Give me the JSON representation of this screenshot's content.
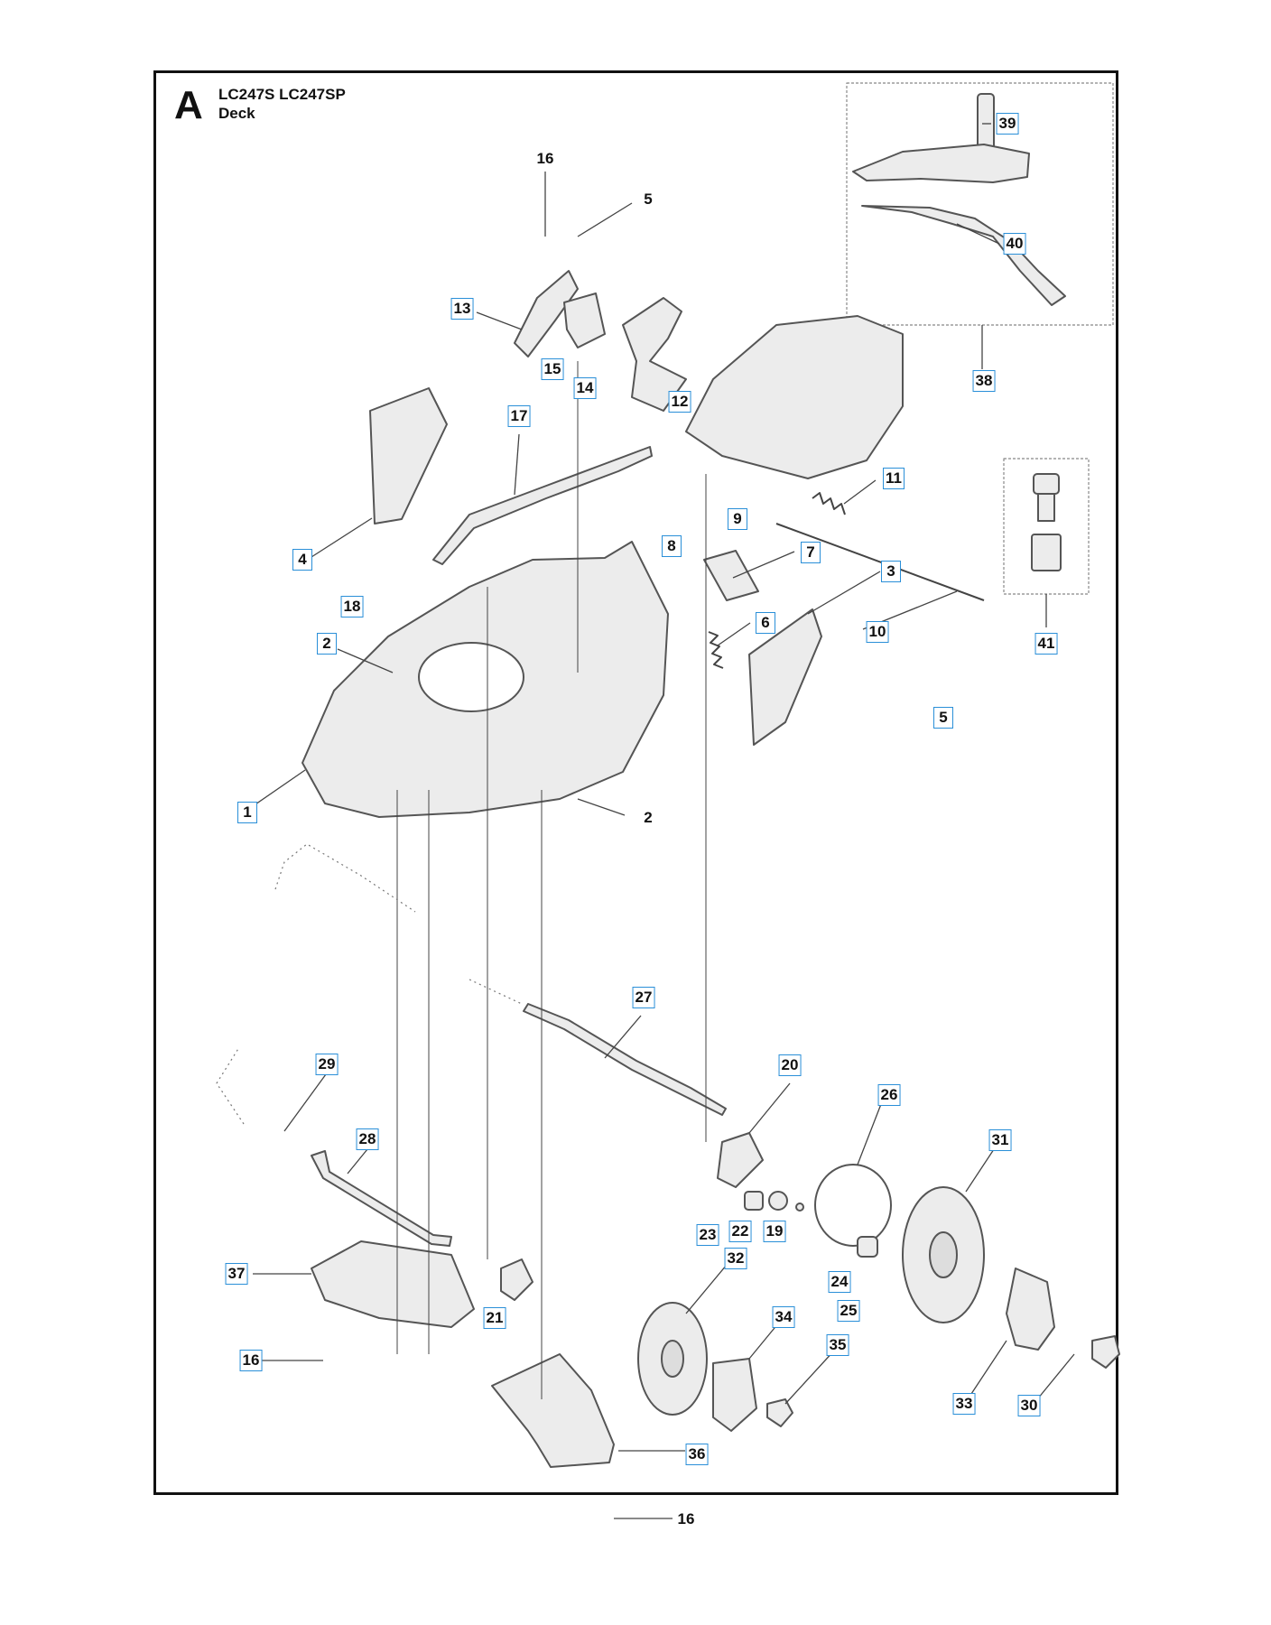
{
  "header": {
    "section_letter": "A",
    "model": "LC247S LC247SP",
    "subtitle": "Deck"
  },
  "callouts": [
    {
      "id": "c16a",
      "text": "16",
      "boxed": false
    },
    {
      "id": "c5a",
      "text": "5",
      "boxed": false
    },
    {
      "id": "c13",
      "text": "13",
      "boxed": true
    },
    {
      "id": "c15",
      "text": "15",
      "boxed": true
    },
    {
      "id": "c14",
      "text": "14",
      "boxed": true
    },
    {
      "id": "c12",
      "text": "12",
      "boxed": true
    },
    {
      "id": "c17",
      "text": "17",
      "boxed": true
    },
    {
      "id": "c11",
      "text": "11",
      "boxed": true
    },
    {
      "id": "c9",
      "text": "9",
      "boxed": true
    },
    {
      "id": "c4",
      "text": "4",
      "boxed": true
    },
    {
      "id": "c8",
      "text": "8",
      "boxed": true
    },
    {
      "id": "c7",
      "text": "7",
      "boxed": true
    },
    {
      "id": "c3",
      "text": "3",
      "boxed": true
    },
    {
      "id": "c18",
      "text": "18",
      "boxed": true
    },
    {
      "id": "c6",
      "text": "6",
      "boxed": true
    },
    {
      "id": "c10",
      "text": "10",
      "boxed": true
    },
    {
      "id": "c2a",
      "text": "2",
      "boxed": true
    },
    {
      "id": "c5b",
      "text": "5",
      "boxed": true
    },
    {
      "id": "c1",
      "text": "1",
      "boxed": true
    },
    {
      "id": "c2b",
      "text": "2",
      "boxed": false
    },
    {
      "id": "c39",
      "text": "39",
      "boxed": true
    },
    {
      "id": "c40",
      "text": "40",
      "boxed": true
    },
    {
      "id": "c38",
      "text": "38",
      "boxed": true
    },
    {
      "id": "c41",
      "text": "41",
      "boxed": true
    },
    {
      "id": "c27",
      "text": "27",
      "boxed": true
    },
    {
      "id": "c29",
      "text": "29",
      "boxed": true
    },
    {
      "id": "c20",
      "text": "20",
      "boxed": true
    },
    {
      "id": "c26",
      "text": "26",
      "boxed": true
    },
    {
      "id": "c28",
      "text": "28",
      "boxed": true
    },
    {
      "id": "c31",
      "text": "31",
      "boxed": true
    },
    {
      "id": "c23",
      "text": "23",
      "boxed": true
    },
    {
      "id": "c22",
      "text": "22",
      "boxed": true
    },
    {
      "id": "c19",
      "text": "19",
      "boxed": true
    },
    {
      "id": "c32",
      "text": "32",
      "boxed": true
    },
    {
      "id": "c37",
      "text": "37",
      "boxed": true
    },
    {
      "id": "c24",
      "text": "24",
      "boxed": true
    },
    {
      "id": "c25",
      "text": "25",
      "boxed": true
    },
    {
      "id": "c21",
      "text": "21",
      "boxed": true
    },
    {
      "id": "c34",
      "text": "34",
      "boxed": true
    },
    {
      "id": "c35",
      "text": "35",
      "boxed": true
    },
    {
      "id": "c16b",
      "text": "16",
      "boxed": true
    },
    {
      "id": "c33",
      "text": "33",
      "boxed": true
    },
    {
      "id": "c30",
      "text": "30",
      "boxed": true
    },
    {
      "id": "c36",
      "text": "36",
      "boxed": true
    },
    {
      "id": "c16c",
      "text": "16",
      "boxed": false
    }
  ],
  "colors": {
    "outline": "#111111",
    "part_fill": "#ececec",
    "part_stroke": "#555555",
    "callout_border": "#2a8fd8"
  }
}
